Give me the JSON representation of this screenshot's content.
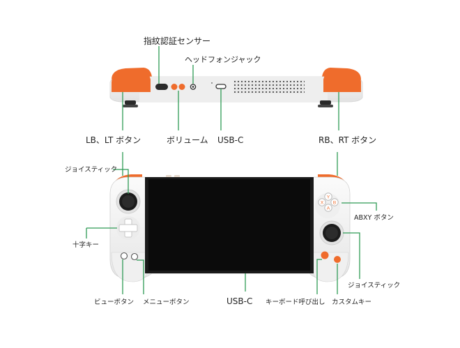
{
  "labels": {
    "fingerprint": "指紋認証センサー",
    "headphone": "ヘッドフォンジャック",
    "lb_lt": "LB、LT ボタン",
    "volume": "ボリューム",
    "usbc_top": "USB-C",
    "rb_rt": "RB、RT ボタン",
    "joystick_left": "ジョイスティック",
    "dpad": "十字キー",
    "view": "ビューボタン",
    "menu": "メニューボタン",
    "usbc_bottom": "USB-C",
    "keyboard": "キーボード呼び出し",
    "custom": "カスタムキー",
    "abxy": "ABXY ボタン",
    "joystick_right": "ジョイスティック"
  },
  "face_buttons": [
    "Y",
    "X",
    "B",
    "A"
  ],
  "colors": {
    "accent_orange": "#ef6c2c",
    "callout_green": "#2e9a55",
    "body_white": "#f3f3f3",
    "screen_black": "#0b0b0b"
  }
}
